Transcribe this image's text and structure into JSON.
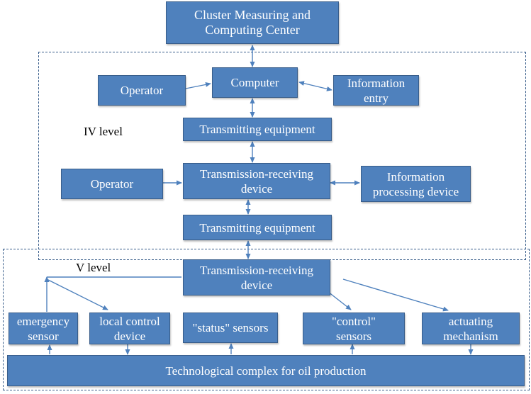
{
  "regions": {
    "level_iv_label": "IV level",
    "level_v_label": "V level"
  },
  "nodes": {
    "cluster_center": "Cluster Measuring and\nComputing Center",
    "computer": "Computer",
    "operator_top": "Operator",
    "information_entry": "Information\nentry",
    "transmitting_equipment_1": "Transmitting equipment",
    "operator_mid": "Operator",
    "transmission_receiving_1": "Transmission-receiving\ndevice",
    "information_processing": "Information\nprocessing device",
    "transmitting_equipment_2": "Transmitting equipment",
    "transmission_receiving_2": "Transmission-receiving\ndevice",
    "emergency_sensor": "emergency\nsensor",
    "local_control_device": "local control\ndevice",
    "status_sensors": "\"status\" sensors",
    "control_sensors": "\"control\"\nsensors",
    "actuating_mechanism": "actuating\nmechanism",
    "technological_complex": "Technological complex for oil production"
  },
  "colors": {
    "box_fill": "#4f81bd",
    "box_border": "#385d8a",
    "arrow": "#4f81bd"
  }
}
